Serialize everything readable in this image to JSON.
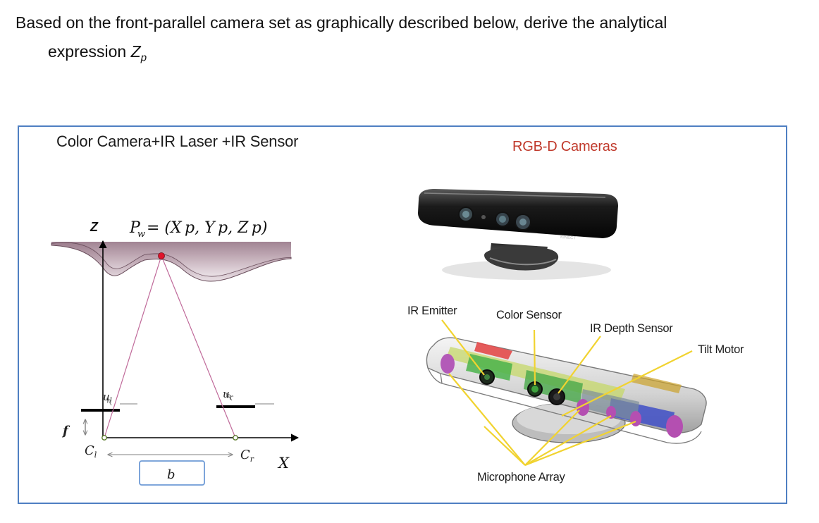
{
  "question": {
    "line1": "Based on the front-parallel camera set as graphically described below, derive the analytical",
    "line2_prefix": "expression ",
    "var_main": "Z",
    "var_sub": "p"
  },
  "figure": {
    "left_title": "Color Camera+IR Laser +IR Sensor",
    "right_title": "RGB-D  Cameras",
    "diagram": {
      "z_axis": "Z",
      "x_axis": "X",
      "point_label": "P",
      "point_sub": "w",
      "point_coords": "= (X p, Y p, Z p)",
      "coord_x": "X",
      "coord_y": "Y",
      "coord_z": "Z",
      "coord_sub": "p",
      "focal": "f",
      "u_left": "u",
      "u_left_sub": "l",
      "u_right": "u",
      "u_right_sub": "r",
      "c_left": "C",
      "c_left_sub": "l",
      "c_right": "C",
      "c_right_sub": "r",
      "baseline": "b"
    },
    "device_logo": "KINECT",
    "parts": {
      "ir_emitter": "IR Emitter",
      "color_sensor": "Color Sensor",
      "ir_depth_sensor": "IR Depth Sensor",
      "tilt_motor": "Tilt Motor",
      "microphone_array": "Microphone Array"
    },
    "colors": {
      "border": "#4f7fc2",
      "rgbd_title": "#c0392b",
      "surface": "#b9a0ad",
      "ray": "#c06a9a",
      "point": "#e0142c",
      "callout": "#f1d330"
    }
  }
}
